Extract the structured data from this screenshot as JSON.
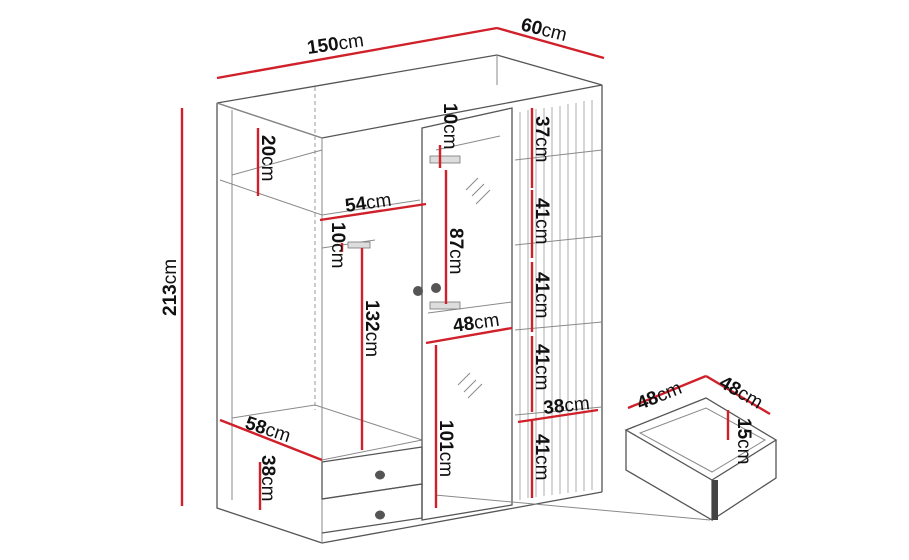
{
  "dimensions": {
    "width": {
      "value": "150",
      "unit": "cm"
    },
    "depth": {
      "value": "60",
      "unit": "cm"
    },
    "height": {
      "value": "213",
      "unit": "cm"
    },
    "top_left_compartment": {
      "value": "20",
      "unit": "cm"
    },
    "shelf_width": {
      "value": "54",
      "unit": "cm"
    },
    "rail_gap": {
      "value": "10",
      "unit": "cm"
    },
    "hanging_height": {
      "value": "132",
      "unit": "cm"
    },
    "bottom_width": {
      "value": "58",
      "unit": "cm"
    },
    "drawer_zone_height": {
      "value": "38",
      "unit": "cm"
    },
    "middle_top_gap": {
      "value": "10",
      "unit": "cm"
    },
    "upper_door_height": {
      "value": "87",
      "unit": "cm"
    },
    "middle_width": {
      "value": "48",
      "unit": "cm"
    },
    "lower_door_height": {
      "value": "101",
      "unit": "cm"
    },
    "right_shelf_1": {
      "value": "37",
      "unit": "cm"
    },
    "right_shelf_2": {
      "value": "41",
      "unit": "cm"
    },
    "right_shelf_3": {
      "value": "41",
      "unit": "cm"
    },
    "right_shelf_4": {
      "value": "41",
      "unit": "cm"
    },
    "right_shelf_depth": {
      "value": "38",
      "unit": "cm"
    },
    "right_shelf_5": {
      "value": "41",
      "unit": "cm"
    }
  },
  "drawer_detail": {
    "width": {
      "value": "48",
      "unit": "cm"
    },
    "depth": {
      "value": "48",
      "unit": "cm"
    },
    "height": {
      "value": "15",
      "unit": "cm"
    }
  }
}
